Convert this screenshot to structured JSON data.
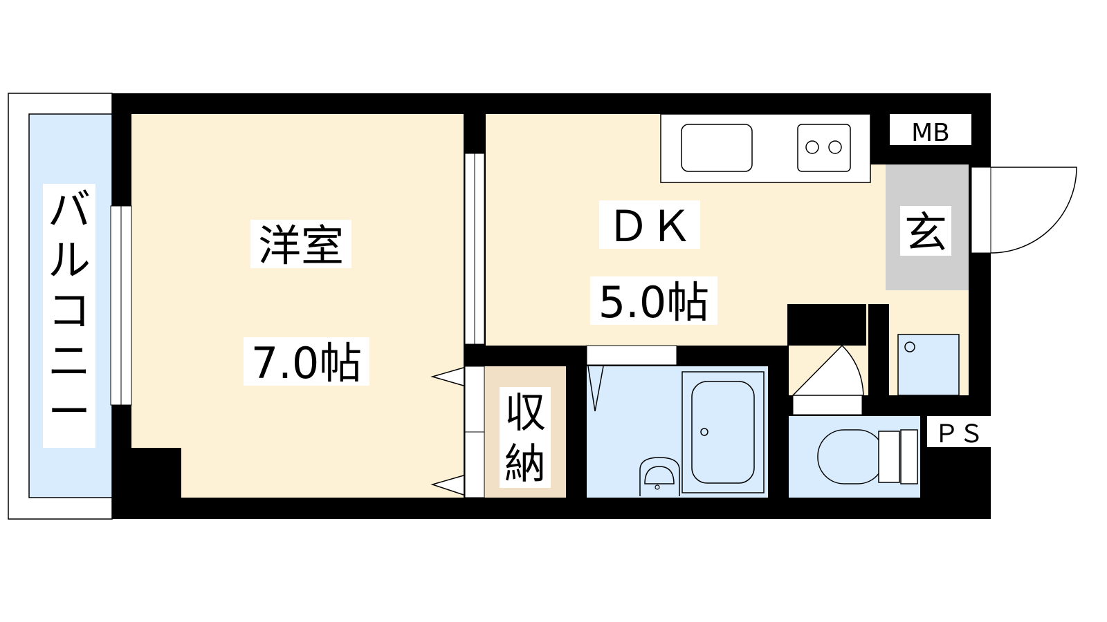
{
  "labels": {
    "balcony": [
      "バ",
      "ル",
      "コ",
      "ニ",
      "ー"
    ],
    "western_room": "洋室",
    "western_room_size": "7.0帖",
    "dk": "ＤＫ",
    "dk_size": "5.0帖",
    "entrance": "玄",
    "storage": [
      "収",
      "納"
    ],
    "mb": "MB",
    "ps": "ＰＳ"
  },
  "colors": {
    "wall": "#000000",
    "room_floor": "#fdf2d5",
    "wet_area": "#d9ecfd",
    "entrance_floor": "#cfcfcf",
    "storage_floor": "#f1e0c6",
    "balcony": "#d9ecfd",
    "fixture_outline": "#000000",
    "label_background": "#ffffff"
  }
}
